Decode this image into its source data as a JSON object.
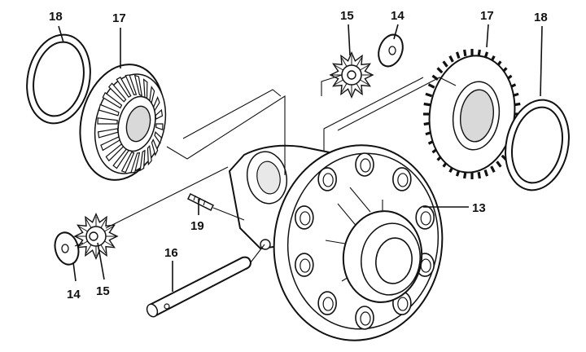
{
  "callouts": {
    "c18_left": "18",
    "c17_left": "17",
    "c15_top": "15",
    "c14_top": "14",
    "c17_right": "17",
    "c18_right": "18",
    "c13": "13",
    "c19": "19",
    "c16": "16",
    "c14_bottom": "14",
    "c15_bottom": "15"
  }
}
